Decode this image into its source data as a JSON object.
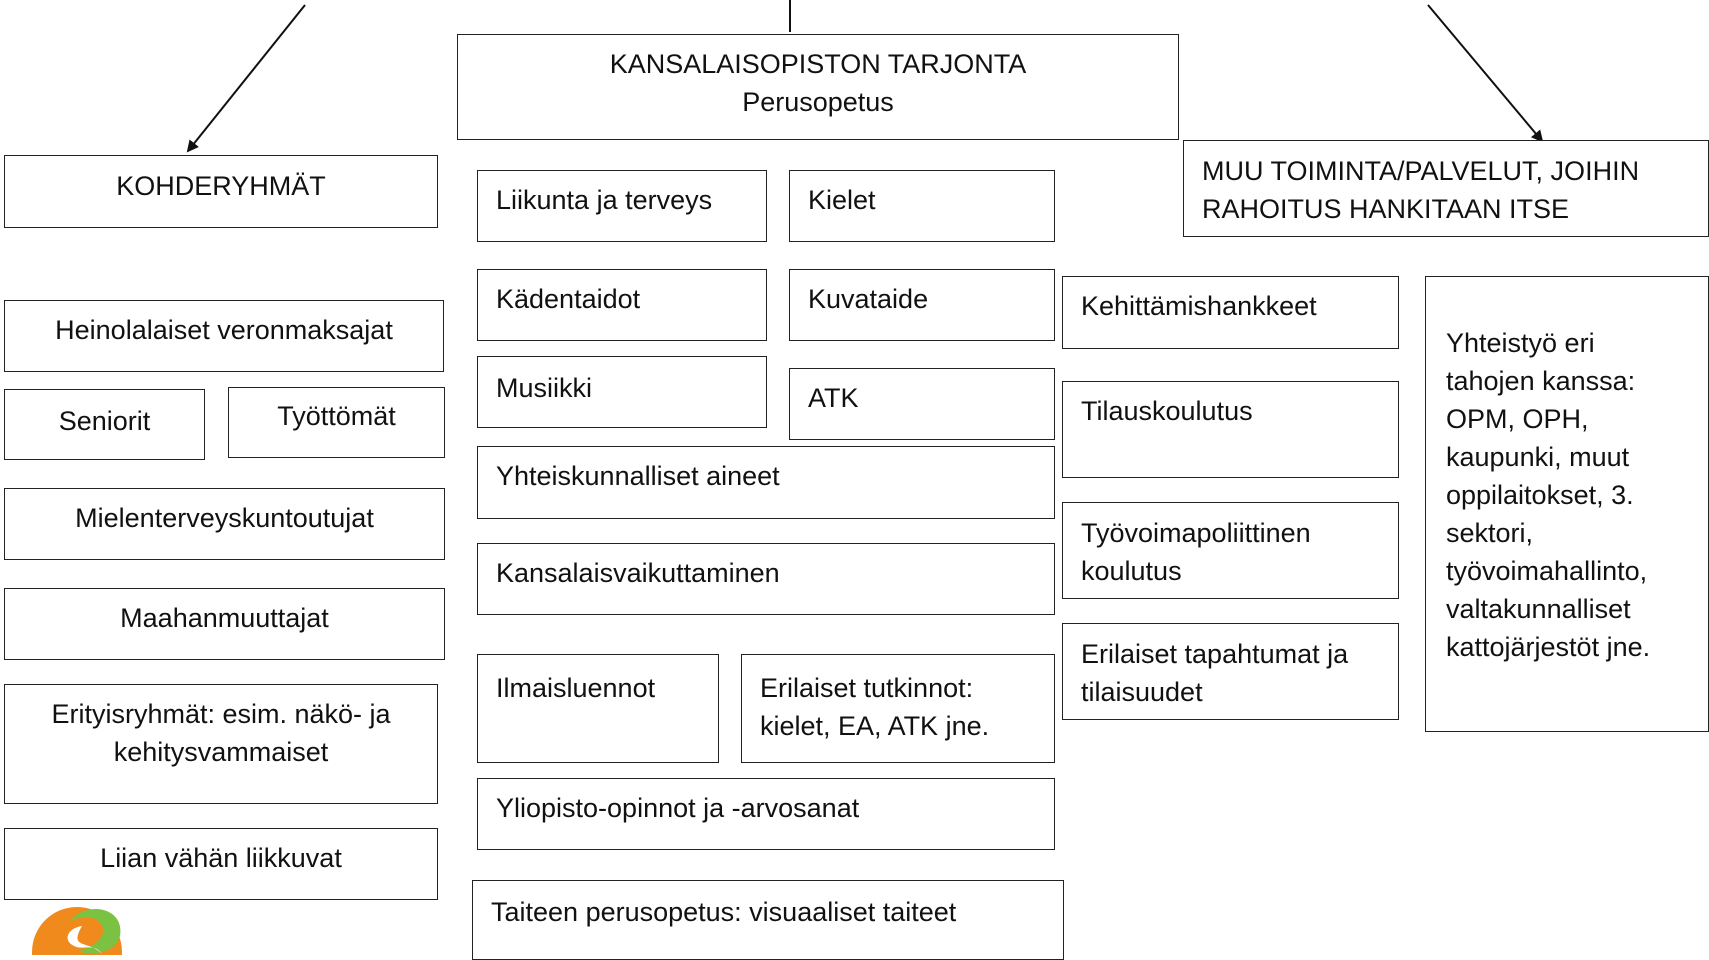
{
  "header": {
    "title": "KANSALAISOPISTON TARJONTA",
    "subtitle": "Perusopetus"
  },
  "target_groups": {
    "title": "KOHDERYHMÄT",
    "items": [
      "Heinolalaiset veronmaksajat",
      "Seniorit",
      "Työttömät",
      "Mielenterveyskuntoutujat",
      "Maahanmuuttajat",
      "Erityisryhmät: esim. näkö- ja kehitysvammaiset",
      "Liian vähän liikkuvat"
    ]
  },
  "offerings": [
    "Liikunta ja terveys",
    "Kielet",
    "Kädentaidot",
    "Kuvataide",
    "Musiikki",
    "ATK",
    "Yhteiskunnalliset aineet",
    "Kansalaisvaikuttaminen",
    "Ilmaisluennot",
    "Erilaiset tutkinnot: kielet, EA, ATK jne.",
    "Yliopisto-opinnot ja -arvosanat",
    "Taiteen perusopetus: visuaaliset taiteet"
  ],
  "other_activities": [
    "Kehittämishankkeet",
    "Tilauskoulutus",
    "Työvoimapoliittinen koulutus",
    "Erilaiset tapahtumat ja tilaisuudet"
  ],
  "self_funded": {
    "title": "MUU TOIMINTA/PALVELUT, JOIHIN RAHOITUS HANKITAAN ITSE",
    "cooperation": "Yhteistyö eri tahojen kanssa: OPM, OPH, kaupunki, muut oppilaitokset, 3. sektori, työvoimahallinto, valtakunnalliset kattojärjestöt jne."
  },
  "colors": {
    "border": "#222222",
    "logo_orange": "#f08a1c",
    "logo_green": "#7cc242"
  },
  "icons": {
    "logo": "organization-logo"
  }
}
